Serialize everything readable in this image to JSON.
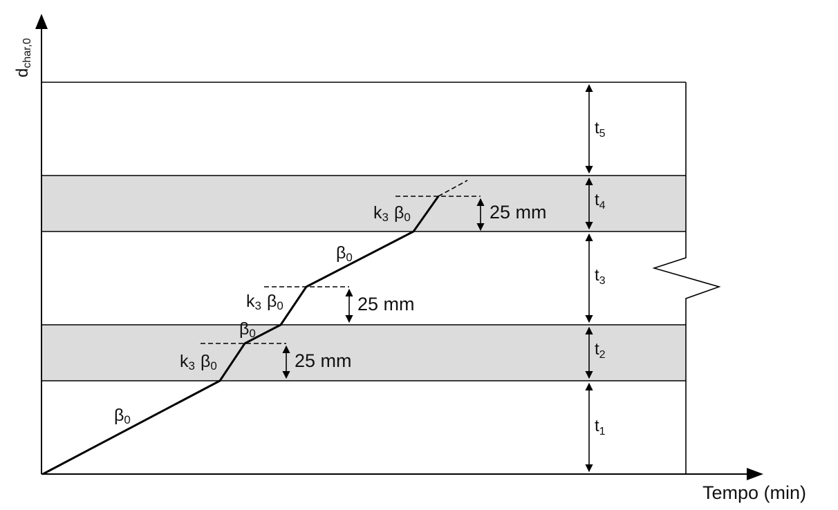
{
  "axes": {
    "y_label_main": "d",
    "y_label_sub": "char,0",
    "x_label": "Tempo (min)"
  },
  "layers": [
    {
      "base": "t",
      "sub": "1",
      "shaded": false
    },
    {
      "base": "t",
      "sub": "2",
      "shaded": true
    },
    {
      "base": "t",
      "sub": "3",
      "shaded": false
    },
    {
      "base": "t",
      "sub": "4",
      "shaded": true
    },
    {
      "base": "t",
      "sub": "5",
      "shaded": false
    }
  ],
  "rate_labels": {
    "beta0": {
      "base": "β",
      "sub": "0"
    },
    "k3beta0": {
      "k": "k",
      "k_sub": "3",
      "base": "β",
      "sub": "0"
    }
  },
  "dimension_label": "25 mm",
  "colors": {
    "shade": "#dcdcdc",
    "line": "#000000",
    "background": "#ffffff"
  }
}
